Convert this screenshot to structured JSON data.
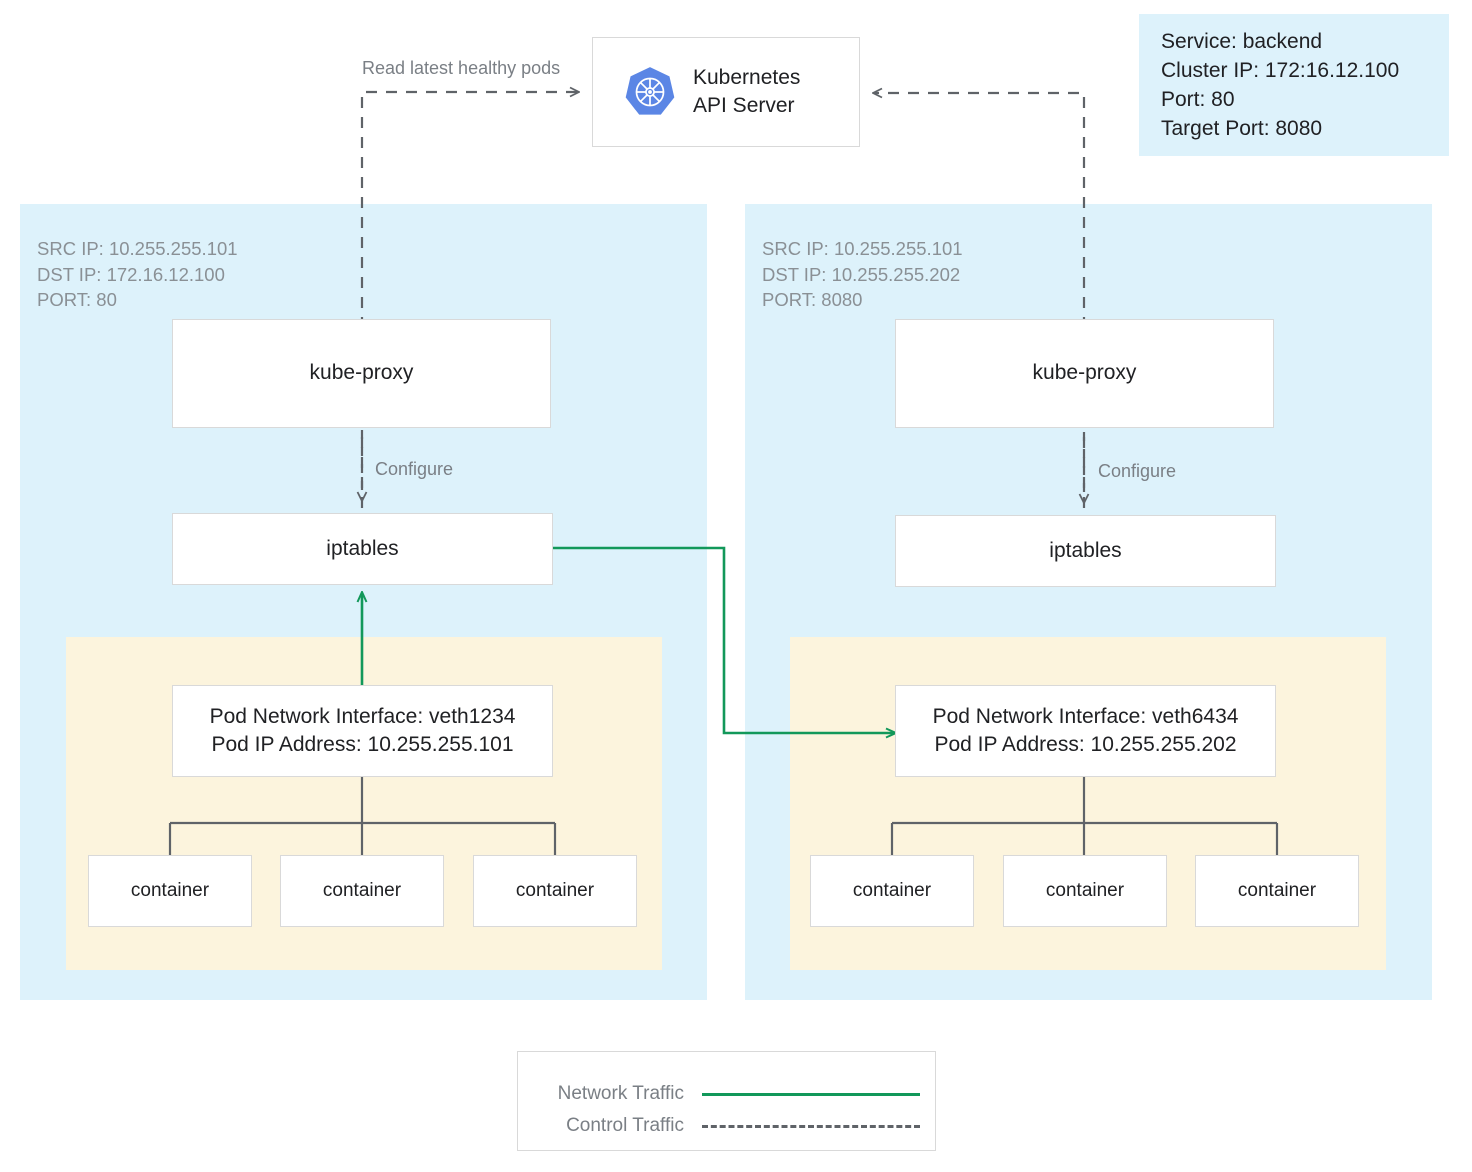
{
  "diagram": {
    "title": "Kubernetes kube-proxy iptables service routing",
    "colors": {
      "node_panel": "#ddf2fb",
      "pod_panel": "#fcf4dd",
      "network_traffic": "#12985a",
      "control_traffic": "#5f6368",
      "box_border": "#d9d9d9",
      "muted_text": "#8a9095"
    }
  },
  "api_server": {
    "title_line1": "Kubernetes",
    "title_line2": "API Server",
    "logo_name": "kubernetes-logo"
  },
  "service_info": {
    "line1": "Service: backend",
    "line2": "Cluster IP: 172:16.12.100",
    "line3": "Port: 80",
    "line4": "Target Port: 8080"
  },
  "edge_labels": {
    "read_pods": "Read latest healthy pods",
    "configure_left": "Configure",
    "configure_right": "Configure"
  },
  "nodes": [
    {
      "id": "left",
      "packet": {
        "src": "SRC IP: 10.255.255.101",
        "dst": "DST IP: 172.16.12.100",
        "port": "PORT: 80"
      },
      "kube_proxy": "kube-proxy",
      "iptables": "iptables",
      "pod": {
        "interface": "Pod Network Interface: veth1234",
        "ip": "Pod IP Address: 10.255.255.101",
        "containers": [
          "container",
          "container",
          "container"
        ]
      }
    },
    {
      "id": "right",
      "packet": {
        "src": "SRC IP: 10.255.255.101",
        "dst": "DST IP: 10.255.255.202",
        "port": "PORT: 8080"
      },
      "kube_proxy": "kube-proxy",
      "iptables": "iptables",
      "pod": {
        "interface": "Pod Network Interface: veth6434",
        "ip": "Pod IP Address: 10.255.255.202",
        "containers": [
          "container",
          "container",
          "container"
        ]
      }
    }
  ],
  "legend": {
    "network_traffic": "Network Traffic",
    "control_traffic": "Control Traffic"
  }
}
